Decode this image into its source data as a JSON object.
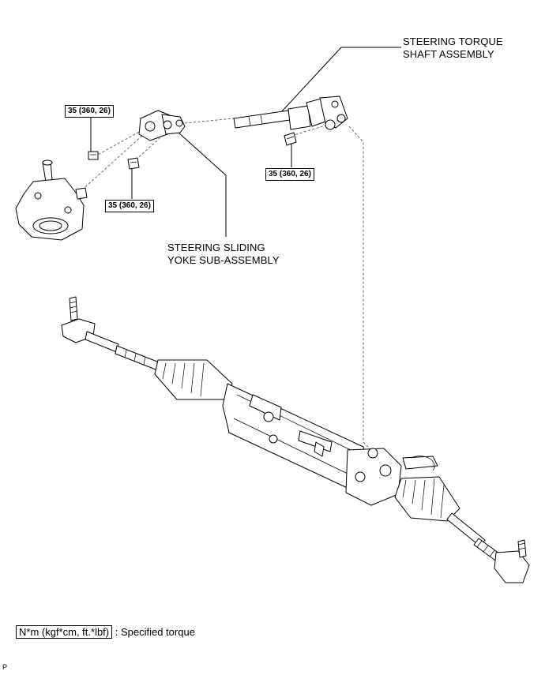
{
  "labels": {
    "torque_shaft_line1": "STEERING TORQUE",
    "torque_shaft_line2": "SHAFT ASSEMBLY",
    "sliding_yoke_line1": "STEERING SLIDING",
    "sliding_yoke_line2": "YOKE SUB-ASSEMBLY"
  },
  "torque_specs": {
    "top_left": "35 (360, 26)",
    "middle_left": "35 (360, 26)",
    "right": "35 (360, 26)"
  },
  "legend": {
    "key": "N*m (kgf*cm, ft.*lbf)",
    "separator": " : ",
    "description": "Specified torque"
  },
  "corner_code": "P",
  "colors": {
    "line": "#000000",
    "background": "#ffffff",
    "part_fill": "#ffffff"
  }
}
